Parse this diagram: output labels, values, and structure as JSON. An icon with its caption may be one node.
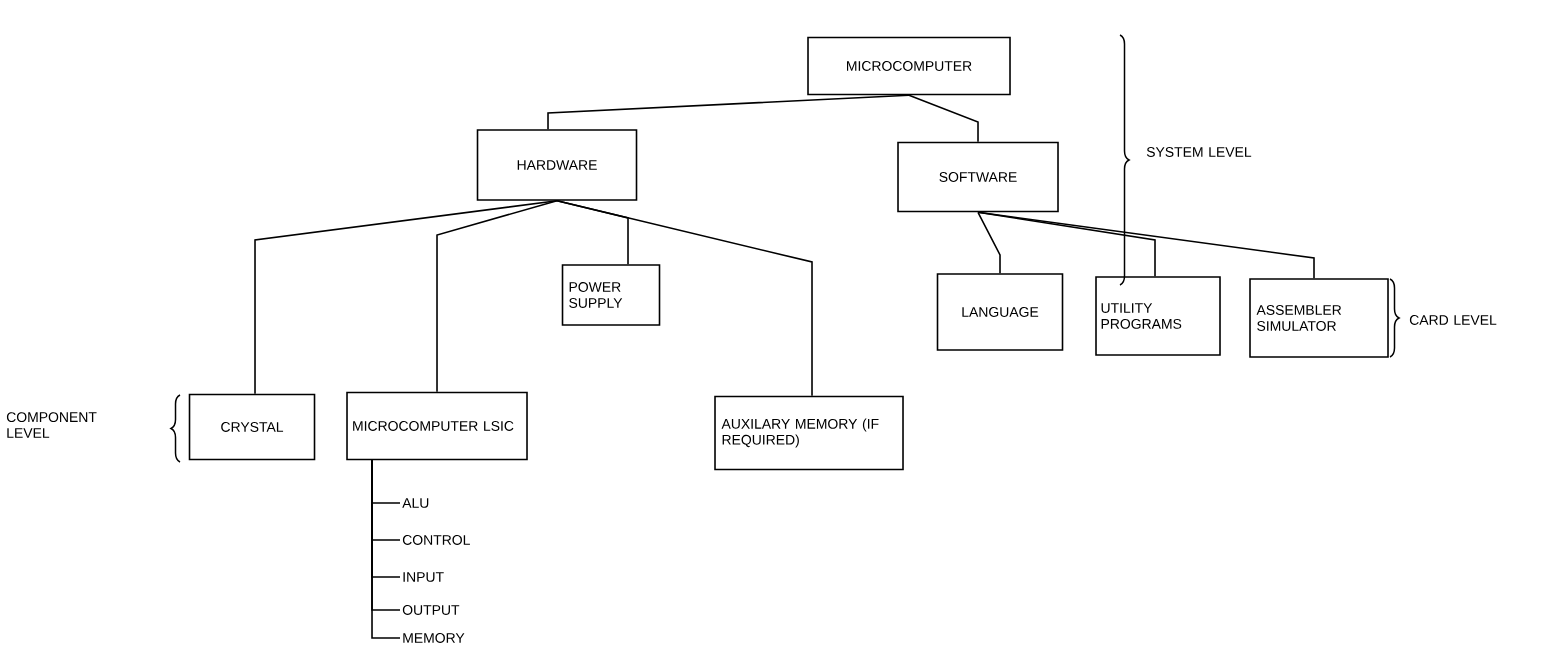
{
  "diagram": {
    "nodes": [
      {
        "text": [
          "MICROCOMPUTER"
        ]
      },
      {
        "text": [
          "HARDWARE"
        ]
      },
      {
        "text": [
          "SOFTWARE"
        ]
      },
      {
        "text": [
          "CRYSTAL"
        ]
      },
      {
        "text": [
          "MICROCOMPUTER LSIC"
        ]
      },
      {
        "text": [
          "POWER SUPPLY"
        ]
      },
      {
        "text": [
          "AUXILARY MEMORY (IF REQUIRED)"
        ]
      },
      {
        "text": [
          "LANGUAGE"
        ]
      },
      {
        "text": [
          "UTILITY PROGRAMS"
        ]
      },
      {
        "text": [
          "ASSEMBLER SIMULATOR"
        ]
      },
      {
        "text": [
          "ALU"
        ]
      },
      {
        "text": [
          "CONTROL"
        ]
      },
      {
        "text": [
          "INPUT"
        ]
      },
      {
        "text": [
          "OUTPUT"
        ]
      },
      {
        "text": [
          "MEMORY"
        ]
      }
    ],
    "edges": [
      {
        "from": 0,
        "to": 1,
        "arrow": "none"
      },
      {
        "from": 0,
        "to": 2,
        "arrow": "none"
      },
      {
        "from": 1,
        "to": 3,
        "arrow": "none"
      },
      {
        "from": 1,
        "to": 4,
        "arrow": "none"
      },
      {
        "from": 1,
        "to": 5,
        "arrow": "none"
      },
      {
        "from": 1,
        "to": 6,
        "arrow": "none"
      },
      {
        "from": 2,
        "to": 7,
        "arrow": "none"
      },
      {
        "from": 2,
        "to": 8,
        "arrow": "none"
      },
      {
        "from": 2,
        "to": 9,
        "arrow": "none"
      },
      {
        "from": 4,
        "to": 10,
        "arrow": "none"
      },
      {
        "from": 4,
        "to": 11,
        "arrow": "none"
      },
      {
        "from": 4,
        "to": 12,
        "arrow": "none"
      },
      {
        "from": 4,
        "to": 13,
        "arrow": "none"
      },
      {
        "from": 4,
        "to": 14,
        "arrow": "none"
      }
    ],
    "labels": [
      "SYSTEM LEVEL",
      "CARD LEVEL",
      "COMPONENT LEVEL"
    ]
  }
}
